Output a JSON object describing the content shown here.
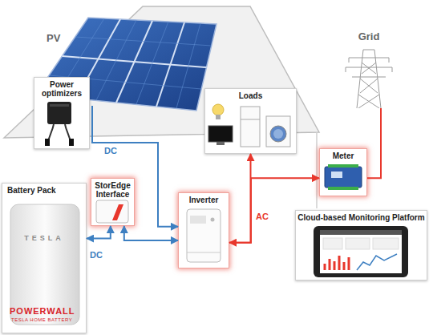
{
  "diagram": {
    "nodes": [
      {
        "text": [
          "PV"
        ]
      },
      {
        "text": [
          "Power optimizers"
        ]
      },
      {
        "text": [
          "Grid"
        ]
      },
      {
        "text": [
          "Loads"
        ]
      },
      {
        "text": [
          "Meter"
        ]
      },
      {
        "text": [
          "Battery Pack"
        ]
      },
      {
        "text": [
          "StorEdge Interface"
        ]
      },
      {
        "text": [
          "Inverter"
        ]
      },
      {
        "text": [
          "Cloud-based Monitoring Platform"
        ]
      }
    ],
    "edges": [
      {
        "from": 0,
        "to": 7,
        "label": "DC",
        "arrow": "to"
      },
      {
        "from": 6,
        "to": 7,
        "arrow": "both"
      },
      {
        "from": 5,
        "to": 6,
        "label": "DC",
        "arrow": "both"
      },
      {
        "from": 7,
        "to": 3,
        "label": "AC",
        "arrow": "to"
      },
      {
        "from": 7,
        "to": 4,
        "arrow": "both"
      },
      {
        "from": 4,
        "to": 2,
        "arrow": "none"
      }
    ],
    "labels": [
      "TESLA",
      "POWERWALL",
      "TESLA HOME BATTERY"
    ]
  }
}
